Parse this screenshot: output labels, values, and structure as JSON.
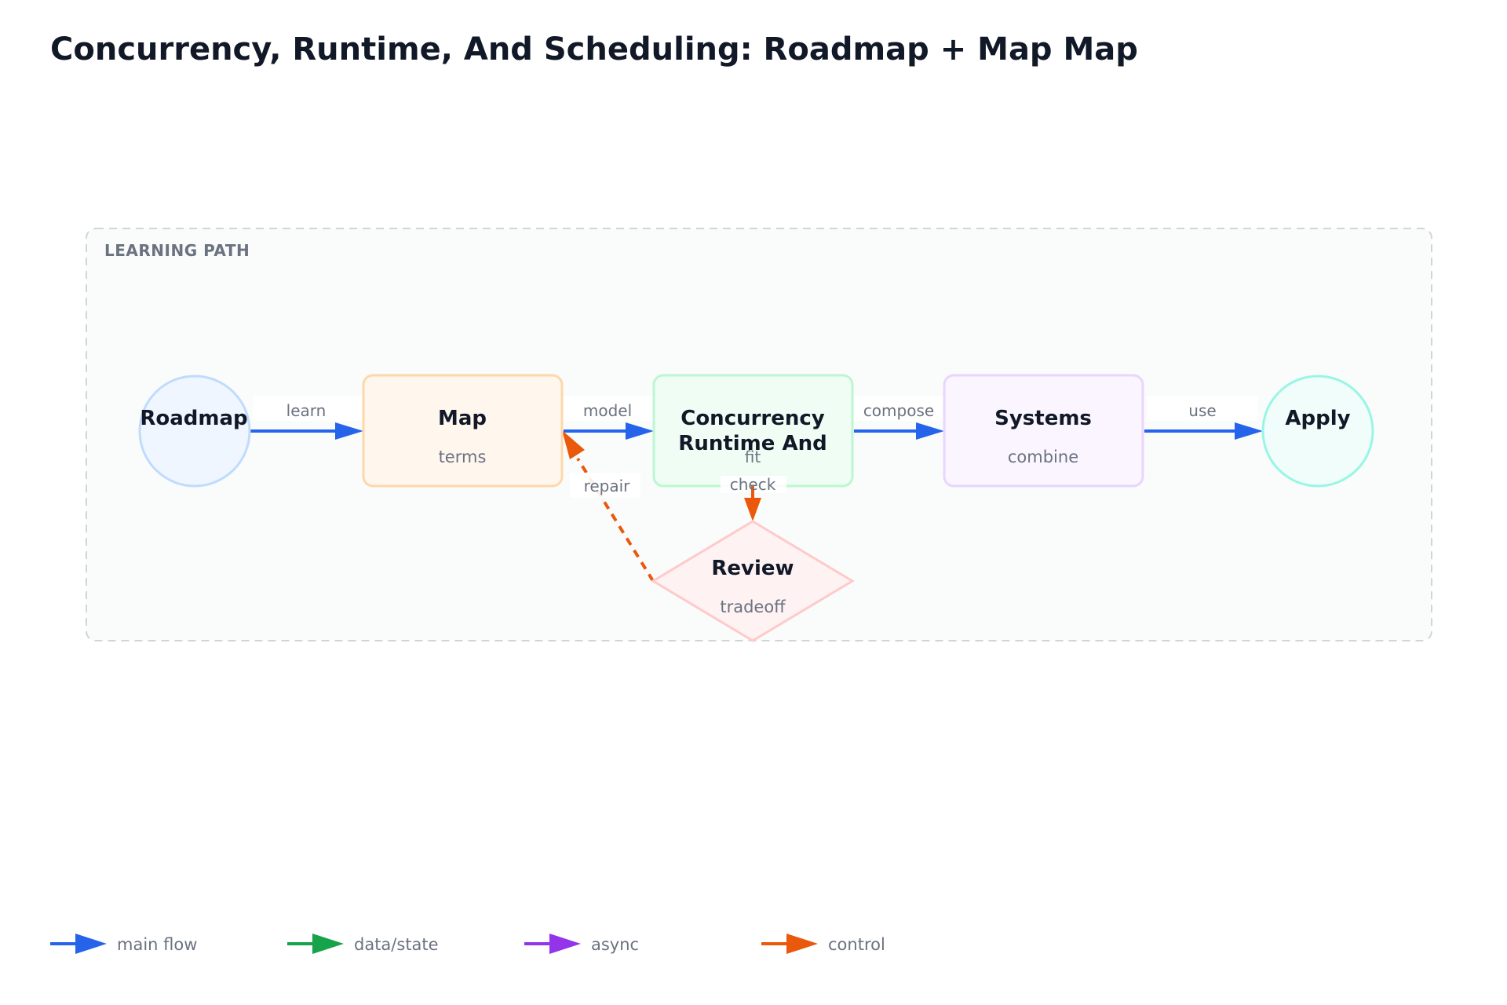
{
  "title": "Concurrency, Runtime, And Scheduling: Roadmap + Map Map",
  "group": {
    "label": "LEARNING PATH"
  },
  "colors": {
    "main_flow": "#2563eb",
    "data_state": "#16a34a",
    "async": "#9333ea",
    "control": "#ea580c"
  },
  "nodes": {
    "roadmap": {
      "title": "Roadmap",
      "shape": "circle",
      "fill": "#eff6ff",
      "stroke": "#bfdbfe"
    },
    "map": {
      "title": "Map",
      "subtitle": "terms",
      "shape": "rounded-rect",
      "fill": "#fff7ed",
      "stroke": "#fed7aa"
    },
    "concurrency": {
      "title_line1": "Concurrency",
      "title_line2": "Runtime And",
      "shape": "rounded-rect",
      "fill": "#f0fdf4",
      "stroke": "#bbf7d0"
    },
    "systems": {
      "title": "Systems",
      "subtitle": "combine",
      "shape": "rounded-rect",
      "fill": "#faf5ff",
      "stroke": "#e9d5ff"
    },
    "apply": {
      "title": "Apply",
      "shape": "circle",
      "fill": "#f0fdfa",
      "stroke": "#99f6e4"
    },
    "review": {
      "title": "Review",
      "subtitle": "tradeoff",
      "shape": "diamond",
      "fill": "#fef2f2",
      "stroke": "#fecaca"
    }
  },
  "edges": {
    "learn": {
      "label": "learn",
      "kind": "main_flow"
    },
    "model": {
      "label": "model",
      "kind": "main_flow"
    },
    "compose": {
      "label": "compose",
      "kind": "main_flow"
    },
    "use": {
      "label": "use",
      "kind": "main_flow"
    },
    "fit_check": {
      "label_line1": "fit",
      "label_line2": "check",
      "kind": "control"
    },
    "repair": {
      "label": "repair",
      "kind": "control",
      "style": "dashed"
    }
  },
  "legend": [
    {
      "label": "main flow",
      "color": "#2563eb"
    },
    {
      "label": "data/state",
      "color": "#16a34a"
    },
    {
      "label": "async",
      "color": "#9333ea"
    },
    {
      "label": "control",
      "color": "#ea580c"
    }
  ]
}
